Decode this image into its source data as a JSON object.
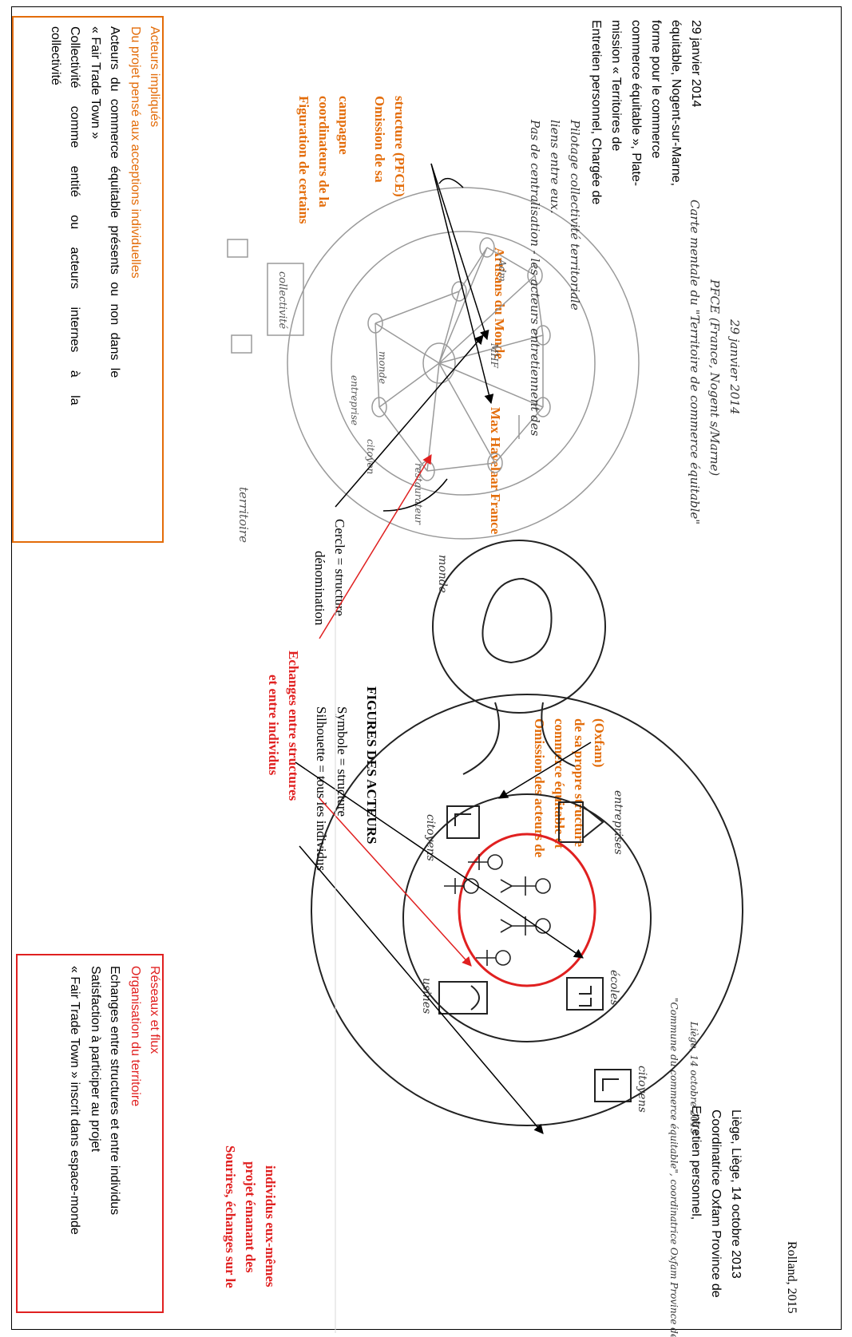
{
  "author": "Rolland, 2015",
  "left_box": {
    "title": "Acteurs impliqués",
    "subtitle": "Du projet pensé aux acceptions individuelles",
    "line1": "Acteurs du commerce équitable présents ou non dans le",
    "line2": "« Fair Trade Town »",
    "line3": "Collectivité comme entité ou acteurs internes à la",
    "line4": "collectivité"
  },
  "right_box": {
    "title": "Réseaux et flux",
    "subtitle": "Organisation du territoire",
    "line1": "Echanges entre structures et entre individus",
    "line2": "Satisfaction à participer au projet",
    "line3": "« Fair Trade Town » inscrit dans espace-monde"
  },
  "legend": {
    "title": "FIGURES DES ACTEURS",
    "cercle": "Cercle  = structure",
    "cercle2": "dénomination",
    "symbole": "Symbole = structure",
    "silhouette": "Silhouette = tous les individus"
  },
  "annotations": {
    "echanges_1": "Echanges entre structures",
    "echanges_2": "et entre individus",
    "sourires_1": "Sourires, échanges sur le",
    "sourires_2": "projet émanant des",
    "sourires_3": "individus eux-mêmes",
    "omission_oxfam_1": "Omission des acteurs de",
    "omission_oxfam_2": "commerce équitable et",
    "omission_oxfam_3": "de sa propre structure",
    "omission_oxfam_4": "(Oxfam)",
    "max_havelaar": "Max Havelaar France",
    "artisans": "Artisans du Monde",
    "figuration_1": "Figuration de certains",
    "figuration_2": "coordinateurs de la",
    "figuration_3": "campagne",
    "omission_pfce_1": "Omission de sa",
    "omission_pfce_2": "structure (PFCE)"
  },
  "sources": {
    "left_1": "Entretien personnel,  Chargée de",
    "left_2": "mission « Territoires de",
    "left_3": "commerce équitable », Plate-",
    "left_4": "forme pour le commerce",
    "left_5": "équitable, Nogent-sur-Marne,",
    "left_6": "29 janvier 2014",
    "right_1": "Entretien personnel,",
    "right_2": "Coordinatrice Oxfam Province de",
    "right_3": "Liège, Liège, 14 octobre 2013"
  },
  "handwriting": {
    "territoire": "territoire",
    "collectivite": "collectivité",
    "entreprise": "entreprise",
    "citoyen": "citoyen",
    "restaurateur": "restaurateur",
    "monde_left": "monde",
    "mhf": "MHF",
    "adm": "Adm",
    "pas_centralisation_1": "Pas de centralisation - les acteurs entretiennent des",
    "pas_centralisation_2": "liens entre eux.",
    "pas_centralisation_3": "Pilotage collectivité territoriale",
    "caption_left_1": "Carte mentale du \"Territoire de commerce équitable\"",
    "caption_left_2": "PFCE (France, Nogent s/Marne)",
    "caption_left_3": "29 janvier 2014",
    "monde_right": "monde",
    "entreprises": "entreprises",
    "ecoles": "écoles",
    "citoyens": "citoyens",
    "citoyens2": "citoyens",
    "usines": "usines",
    "caption_right_1": "\"Commune du commerce équitable\", coordinatrice Oxfam Province de Liège",
    "caption_right_2": "Liège, 14 octobre 2013"
  },
  "colors": {
    "red": "#e02020",
    "orange": "#e36c09"
  }
}
